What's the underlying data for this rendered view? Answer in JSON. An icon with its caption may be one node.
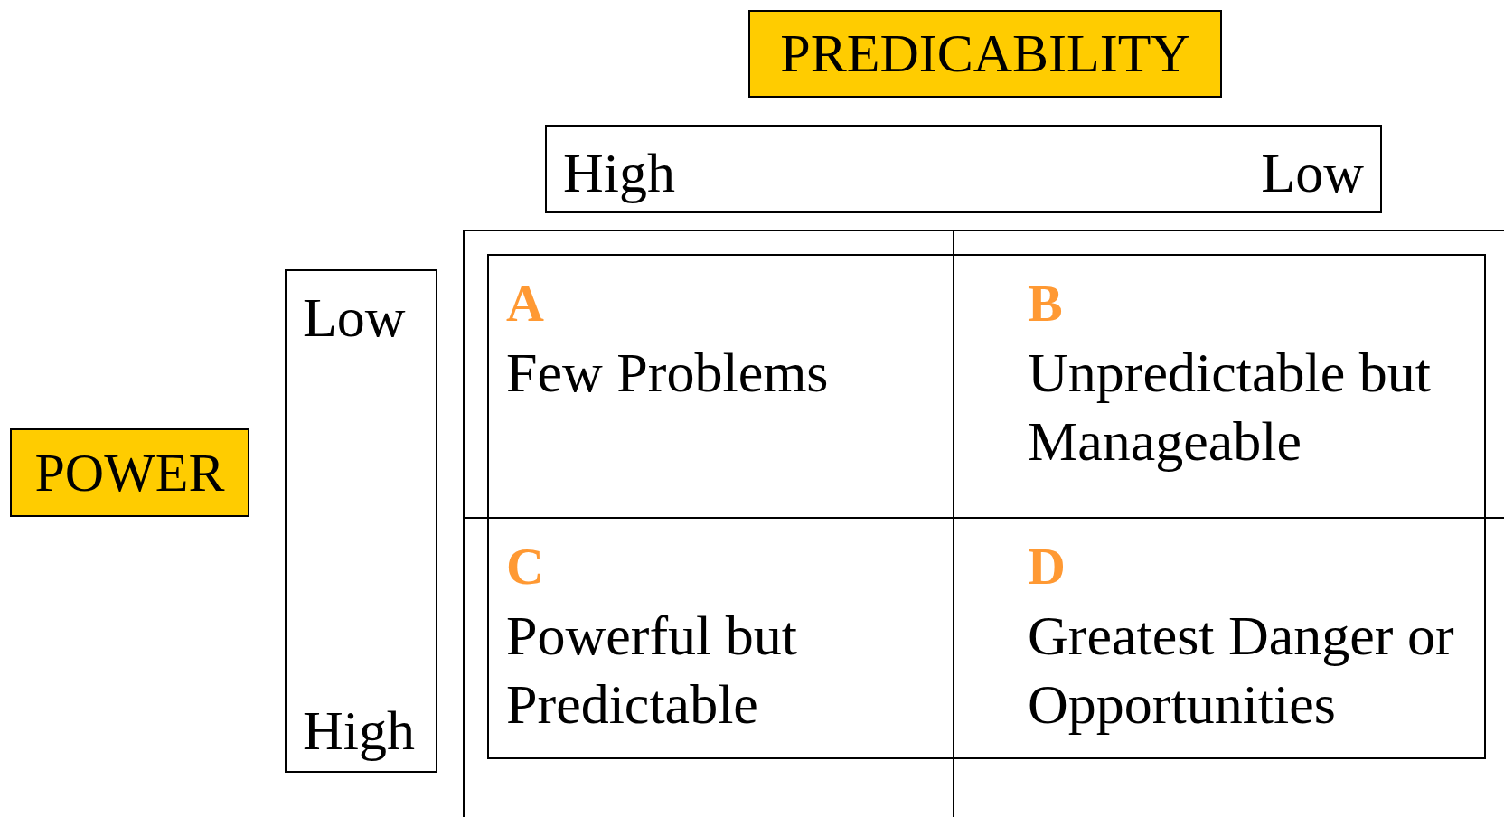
{
  "diagram": {
    "nodes": [
      {
        "text": [
          "PREDICABILITY"
        ]
      },
      {
        "text": [
          "High",
          "Low"
        ]
      },
      {
        "text": [
          "POWER"
        ]
      },
      {
        "text": [
          "Low",
          "High"
        ]
      },
      {
        "text": [
          "A",
          "Few Problems"
        ]
      },
      {
        "text": [
          "B",
          "Unpredictable but Manageable"
        ]
      },
      {
        "text": [
          "C",
          "Powerful but Predictable"
        ]
      },
      {
        "text": [
          "D",
          "Greatest Danger or Opportunities"
        ]
      }
    ],
    "edges": []
  }
}
